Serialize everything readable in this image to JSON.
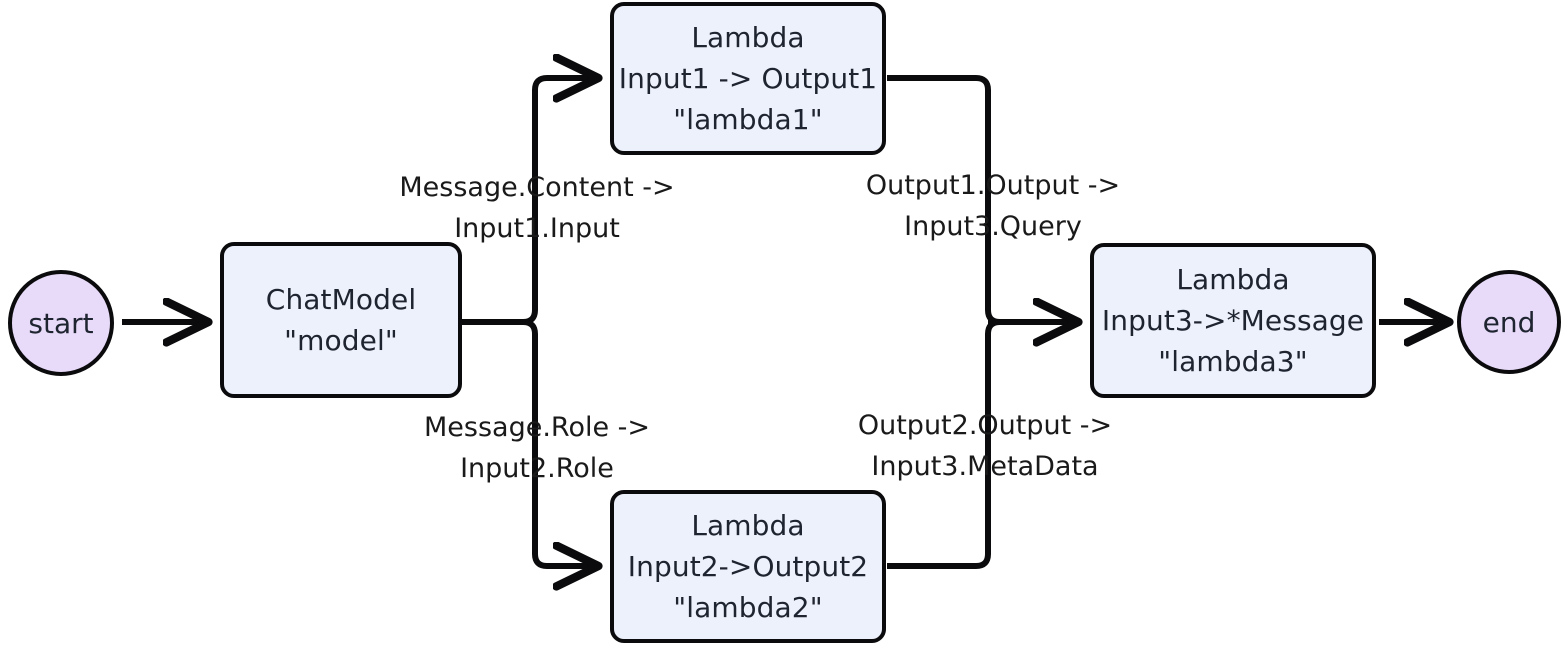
{
  "diagram": {
    "type": "flow-graph",
    "background_color": "#ffffff",
    "node_fill": "#edf1fb",
    "terminal_fill": "#e8daf9",
    "stroke_color": "#0b0b0d",
    "node_text_color": "#1e2430",
    "label_text_color": "#1a1a1a",
    "terminals": {
      "start": {
        "label": "start"
      },
      "end": {
        "label": "end"
      }
    },
    "nodes": {
      "chatmodel": {
        "line1": "ChatModel",
        "line2": "\"model\""
      },
      "lambda1": {
        "line1": "Lambda",
        "line2": "Input1 -> Output1",
        "line3": "\"lambda1\""
      },
      "lambda2": {
        "line1": "Lambda",
        "line2": "Input2->Output2",
        "line3": "\"lambda2\""
      },
      "lambda3": {
        "line1": "Lambda",
        "line2": "Input3->*Message",
        "line3": "\"lambda3\""
      }
    },
    "edge_labels": {
      "model_to_lambda1": {
        "line1": "Message.Content ->",
        "line2": "Input1.Input"
      },
      "model_to_lambda2": {
        "line1": "Message.Role ->",
        "line2": "Input2.Role"
      },
      "lambda1_to_lambda3": {
        "line1": "Output1.Output ->",
        "line2": "Input3.Query"
      },
      "lambda2_to_lambda3": {
        "line1": "Output2.Output ->",
        "line2": "Input3.MetaData"
      }
    }
  }
}
